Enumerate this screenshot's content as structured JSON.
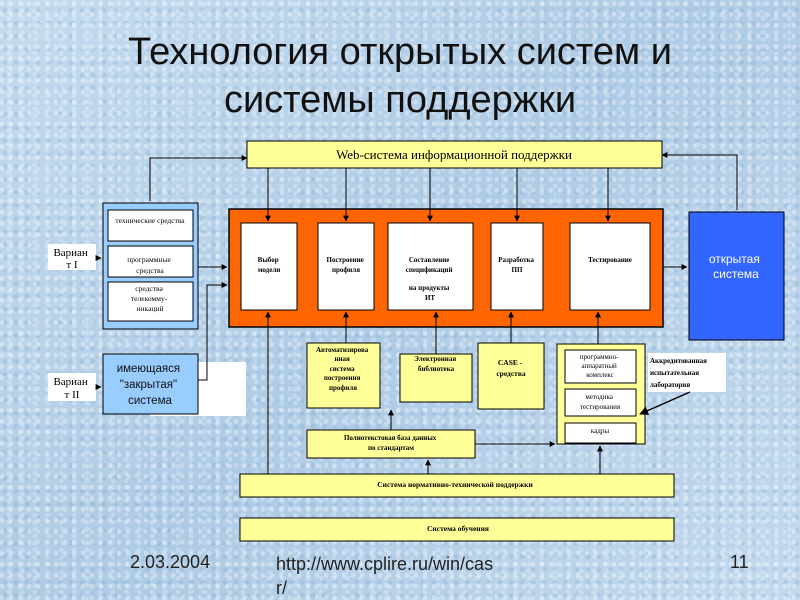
{
  "title": {
    "line1": "Технология открытых систем и",
    "line2": "системы поддержки"
  },
  "diagram": {
    "web_system": "Web-система информационной поддержки",
    "left_components": {
      "tech": "технические средства",
      "software": [
        "программные",
        "средства"
      ],
      "telecom": [
        "средства",
        "телекомму-",
        "никаций"
      ]
    },
    "variant1": [
      "Вариан",
      "т I"
    ],
    "variant2": [
      "Вариан",
      "т II"
    ],
    "closed_system": [
      "имеющаяся",
      "\"закрытая\"",
      "система"
    ],
    "process": {
      "model": [
        "Выбор",
        "модели"
      ],
      "profile": [
        "Построение",
        "профиля"
      ],
      "spec": [
        "Составление",
        "спецификаций",
        "",
        "на продукты",
        "ИТ"
      ],
      "dev": [
        "Разработка",
        "ПП"
      ],
      "test": "Тестирование"
    },
    "open_system": [
      "открытая",
      "система"
    ],
    "auto_system": [
      "Автоматизирова",
      "нная",
      "система",
      "построения",
      "профиля"
    ],
    "library": [
      "Электронная",
      "библиотека"
    ],
    "case": [
      "CASE -",
      "средства"
    ],
    "hw_complex": [
      "программно-",
      "аппаратный",
      "комплекс"
    ],
    "methods": [
      "методика",
      "тестирования"
    ],
    "staff": "кадры",
    "accredited": [
      "Аккредитованная",
      "испытательная",
      "лаборатория"
    ],
    "fulltext_db": [
      "Полнотекстовая база данных",
      "по стандартам"
    ],
    "norm_system": "Система нормативно-технической поддержки",
    "edu_system": "Система обучения"
  },
  "footer": {
    "date": "2.03.2004",
    "url": [
      "http://www.cplire.ru/win/cas",
      "r/"
    ],
    "page": "11"
  },
  "colors": {
    "yellow": "#ffff99",
    "orange": "#ff6600",
    "blue_box": "#3366ff",
    "light_blue": "#99ccff"
  }
}
